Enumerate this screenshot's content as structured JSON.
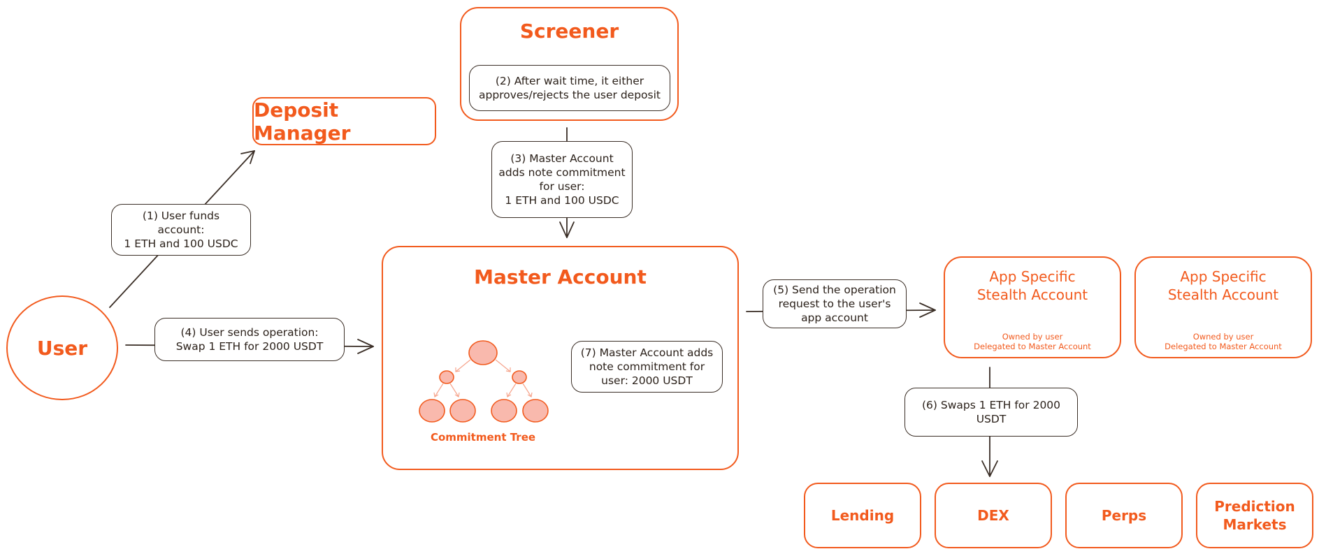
{
  "nodes": {
    "screener": {
      "title": "Screener",
      "note": "(2) After wait time, it either\napproves/rejects the user deposit"
    },
    "deposit_manager": {
      "title": "Deposit Manager"
    },
    "user": {
      "title": "User"
    },
    "master_account": {
      "title": "Master Account",
      "tree_label": "Commitment Tree"
    },
    "stealth_1": {
      "title": "App Specific\nStealth Account",
      "owner": "Owned by user",
      "delegation": "Delegated to Master Account"
    },
    "stealth_2": {
      "title": "App Specific\nStealth Account",
      "owner": "Owned by user",
      "delegation": "Delegated to Master Account"
    },
    "apps": [
      {
        "label": "Lending"
      },
      {
        "label": "DEX"
      },
      {
        "label": "Perps"
      },
      {
        "label": "Prediction\nMarkets"
      }
    ]
  },
  "steps": {
    "step1": "(1) User funds account:\n1 ETH and 100 USDC",
    "step3": "(3) Master Account\nadds note commitment\nfor user:\n1 ETH and 100 USDC",
    "step4": "(4) User sends operation:\nSwap 1 ETH for 2000 USDT",
    "step5": "(5) Send the operation\nrequest to the user's\napp account",
    "step6": "(6) Swaps 1 ETH for 2000\nUSDT",
    "step7": "(7) Master Account adds\nnote commitment for\nuser: 2000 USDT"
  },
  "colors": {
    "accent": "#f25a1d",
    "ink": "#3a2e26",
    "tree_fill": "#f9b9ad"
  }
}
